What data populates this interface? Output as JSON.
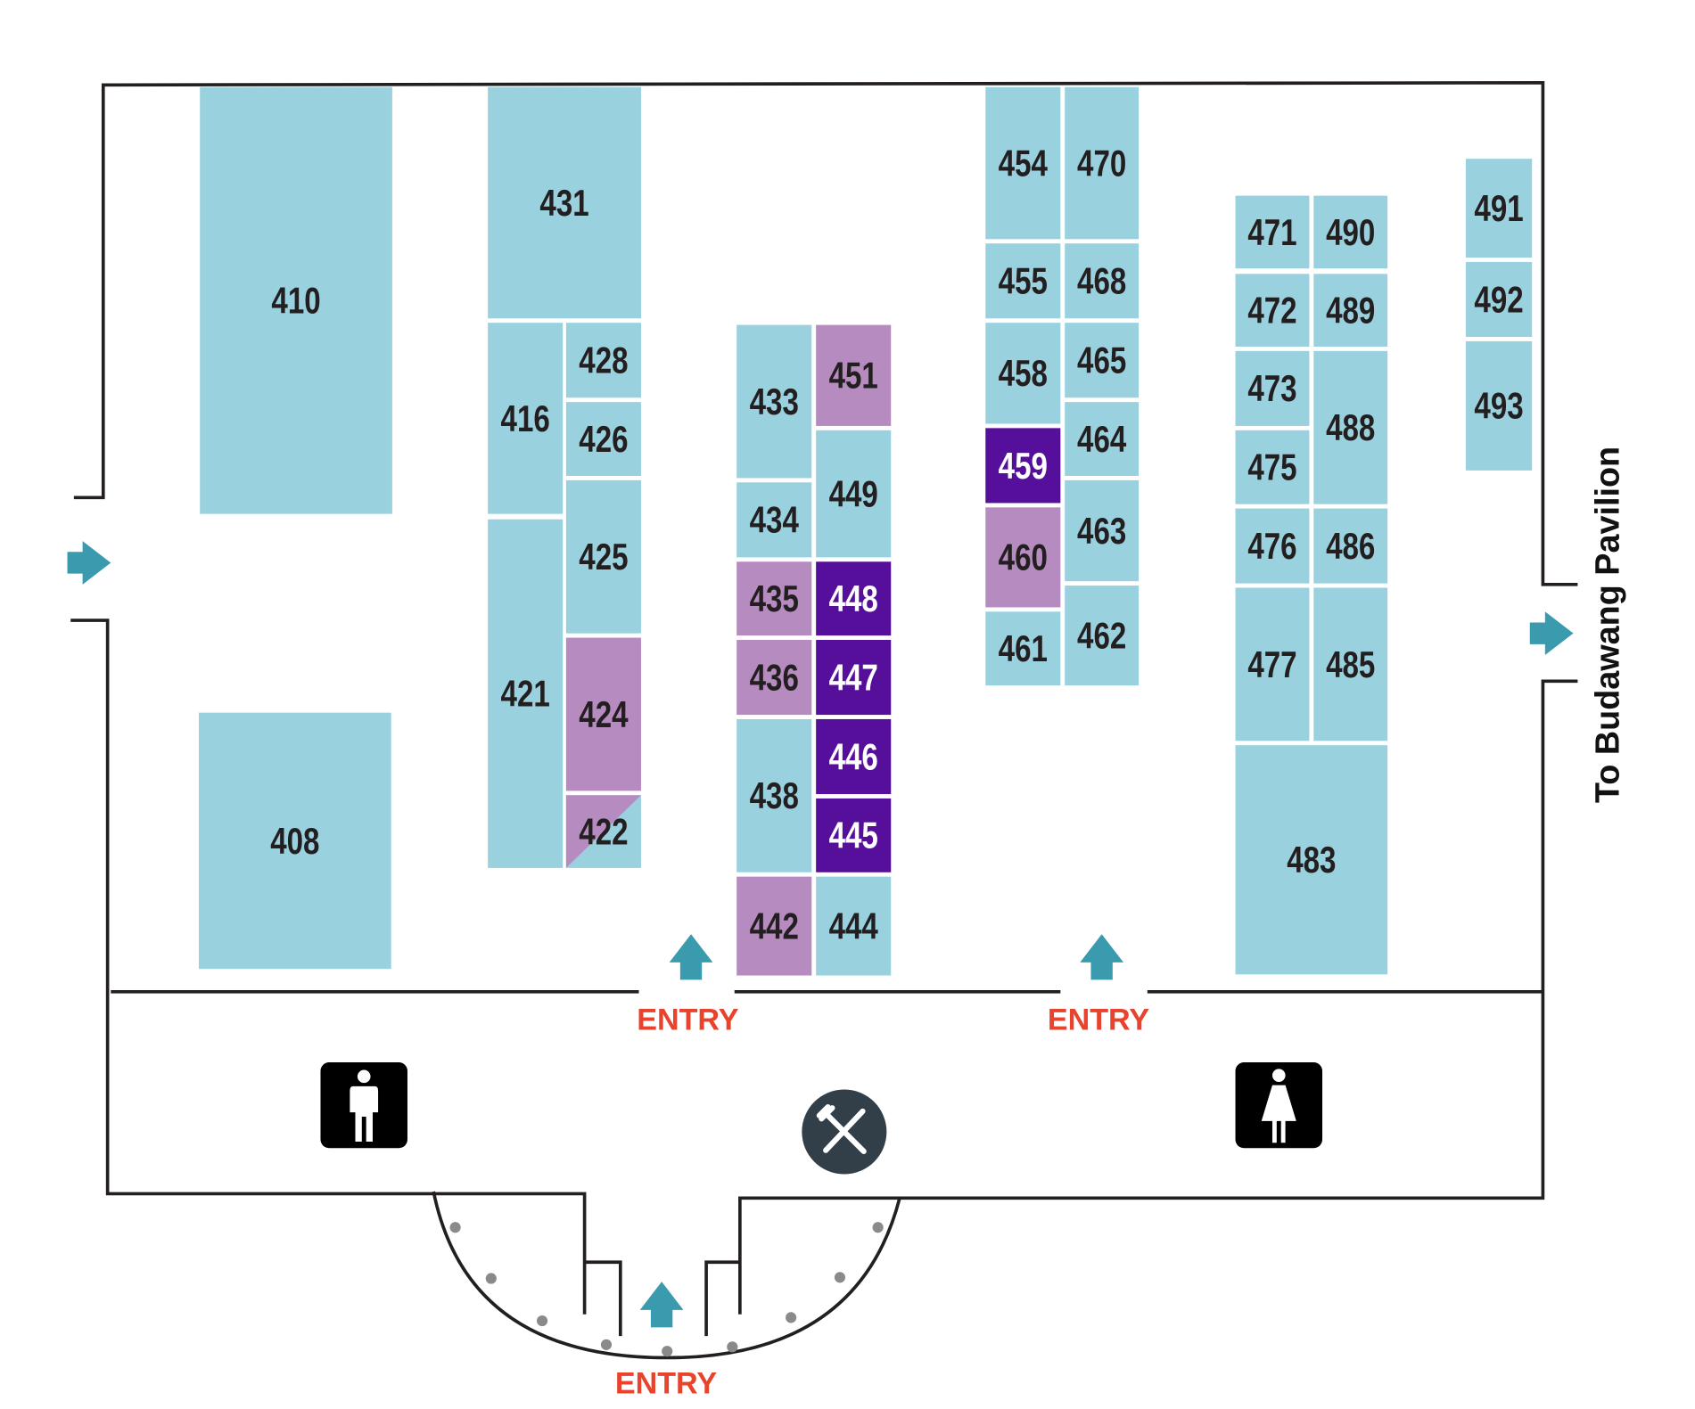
{
  "colors": {
    "available": "#9ad1de",
    "reserved": "#b68bbf",
    "sold": "#560f9a",
    "arrow": "#3a9aae",
    "entry": "#e8432d",
    "dining": "#333f48"
  },
  "booths": [
    {
      "id": "410",
      "status": "available"
    },
    {
      "id": "408",
      "status": "available"
    },
    {
      "id": "431",
      "status": "available"
    },
    {
      "id": "416",
      "status": "available"
    },
    {
      "id": "428",
      "status": "available"
    },
    {
      "id": "426",
      "status": "available"
    },
    {
      "id": "425",
      "status": "available"
    },
    {
      "id": "421",
      "status": "available"
    },
    {
      "id": "424",
      "status": "reserved"
    },
    {
      "id": "422",
      "status": "split"
    },
    {
      "id": "433",
      "status": "available"
    },
    {
      "id": "451",
      "status": "reserved"
    },
    {
      "id": "449",
      "status": "available"
    },
    {
      "id": "434",
      "status": "available"
    },
    {
      "id": "435",
      "status": "reserved"
    },
    {
      "id": "448",
      "status": "sold"
    },
    {
      "id": "436",
      "status": "reserved"
    },
    {
      "id": "447",
      "status": "sold"
    },
    {
      "id": "438",
      "status": "available"
    },
    {
      "id": "446",
      "status": "sold"
    },
    {
      "id": "445",
      "status": "sold"
    },
    {
      "id": "442",
      "status": "reserved"
    },
    {
      "id": "444",
      "status": "available"
    },
    {
      "id": "454",
      "status": "available"
    },
    {
      "id": "470",
      "status": "available"
    },
    {
      "id": "455",
      "status": "available"
    },
    {
      "id": "468",
      "status": "available"
    },
    {
      "id": "458",
      "status": "available"
    },
    {
      "id": "465",
      "status": "available"
    },
    {
      "id": "459",
      "status": "sold"
    },
    {
      "id": "464",
      "status": "available"
    },
    {
      "id": "460",
      "status": "reserved"
    },
    {
      "id": "463",
      "status": "available"
    },
    {
      "id": "461",
      "status": "available"
    },
    {
      "id": "462",
      "status": "available"
    },
    {
      "id": "471",
      "status": "available"
    },
    {
      "id": "490",
      "status": "available"
    },
    {
      "id": "472",
      "status": "available"
    },
    {
      "id": "489",
      "status": "available"
    },
    {
      "id": "473",
      "status": "available"
    },
    {
      "id": "488",
      "status": "available"
    },
    {
      "id": "475",
      "status": "available"
    },
    {
      "id": "476",
      "status": "available"
    },
    {
      "id": "486",
      "status": "available"
    },
    {
      "id": "477",
      "status": "available"
    },
    {
      "id": "485",
      "status": "available"
    },
    {
      "id": "483",
      "status": "available"
    },
    {
      "id": "491",
      "status": "available"
    },
    {
      "id": "492",
      "status": "available"
    },
    {
      "id": "493",
      "status": "available"
    }
  ],
  "labels": {
    "entry_left": "ENTRY",
    "entry_right": "ENTRY",
    "entry_bottom": "ENTRY",
    "pavilion": "To Budawang Pavilion"
  },
  "icons": {
    "mens": "male-restroom-icon",
    "womens": "female-restroom-icon",
    "dining": "fork-knife-icon",
    "arrow": "arrow-icon"
  }
}
